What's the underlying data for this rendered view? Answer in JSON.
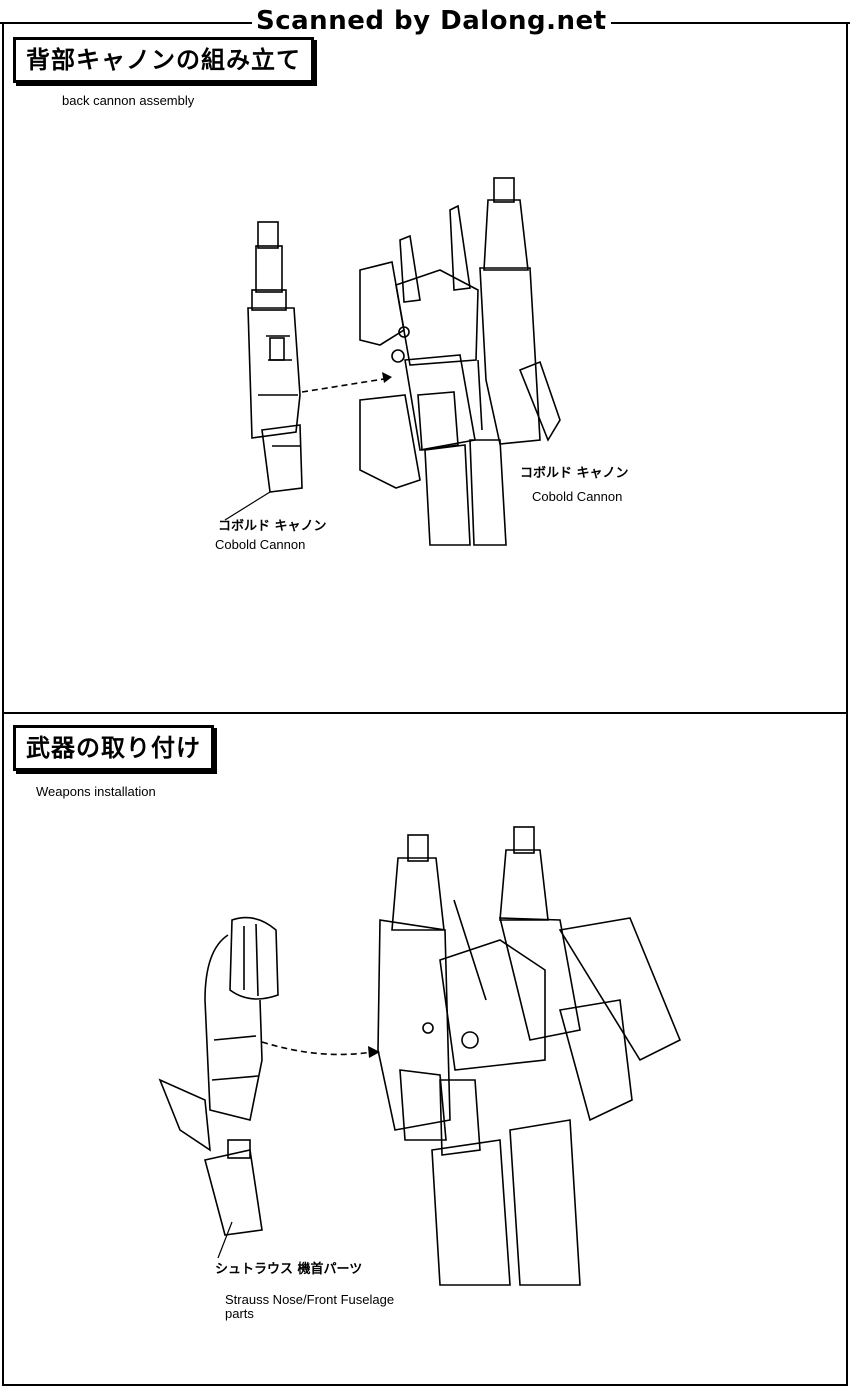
{
  "watermark": "Scanned by Dalong.net",
  "section1": {
    "title_jp": "背部キャノンの組み立て",
    "title_en": "back cannon assembly",
    "label1_jp": "コボルド キャノン",
    "label1_en": "Cobold Cannon",
    "label2_jp": "コボルド キャノン",
    "label2_en": "Cobold Cannon"
  },
  "section2": {
    "title_jp": "武器の取り付け",
    "title_en": "Weapons installation",
    "label_jp": "シュトラウス 機首パーツ",
    "label_en_line1": "Strauss Nose/Front Fuselage",
    "label_en_line2": "parts"
  }
}
